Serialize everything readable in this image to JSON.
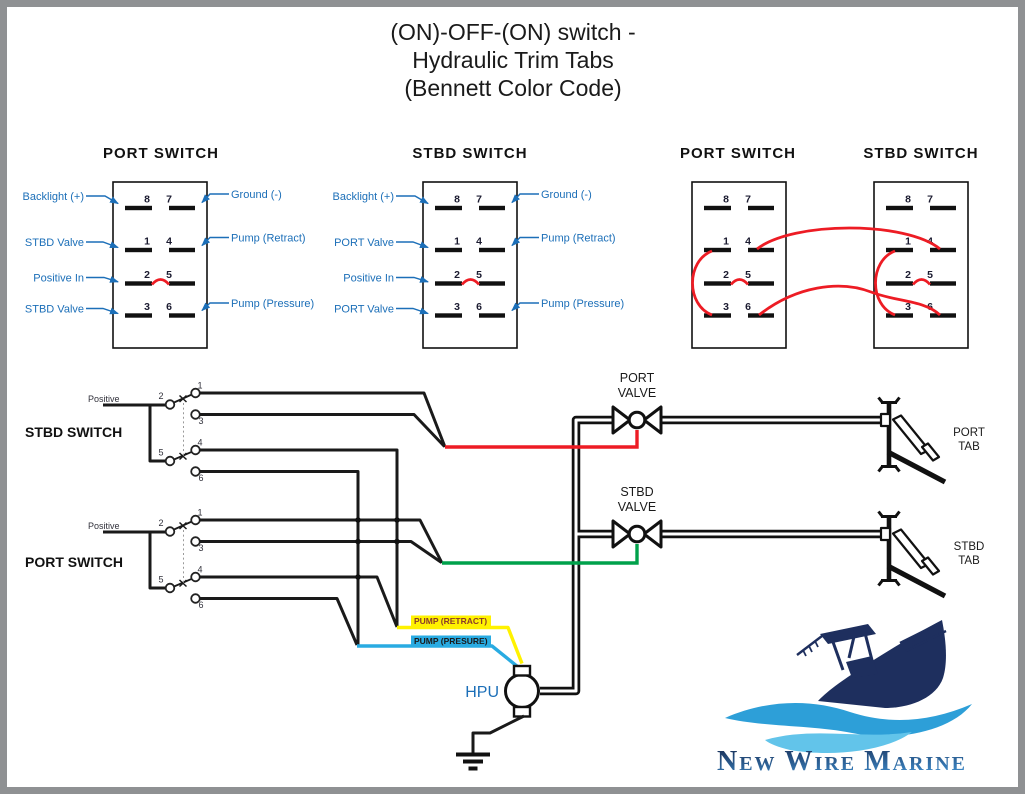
{
  "title": {
    "line1": "(ON)-OFF-(ON) switch -",
    "line2": "Hydraulic Trim Tabs",
    "line3": "(Bennett Color Code)"
  },
  "pin_labels": {
    "p1": "1",
    "p2": "2",
    "p3": "3",
    "p4": "4",
    "p5": "5",
    "p6": "6",
    "p7": "7",
    "p8": "8"
  },
  "switches": {
    "a": {
      "title": "PORT SWITCH",
      "left_labels": [
        "Backlight (+)",
        "STBD Valve",
        "Positive In",
        "STBD Valve"
      ],
      "right_labels": [
        "Ground (-)",
        "Pump (Retract)",
        "Pump (Pressure)"
      ]
    },
    "b": {
      "title": "STBD SWITCH",
      "left_labels": [
        "Backlight (+)",
        "PORT Valve",
        "Positive In",
        "PORT Valve"
      ],
      "right_labels": [
        "Ground (-)",
        "Pump (Retract)",
        "Pump (Pressure)"
      ]
    },
    "c": {
      "title": "PORT SWITCH"
    },
    "d": {
      "title": "STBD SWITCH"
    }
  },
  "schematic": {
    "stbd_switch_label": "STBD SWITCH",
    "port_switch_label": "PORT SWITCH",
    "positive": "Positive",
    "port_valve": {
      "line1": "PORT",
      "line2": "VALVE"
    },
    "stbd_valve": {
      "line1": "STBD",
      "line2": "VALVE"
    },
    "pump_retract": "PUMP (RETRACT)",
    "pump_presure": "PUMP (PRESURE)",
    "hpu": "HPU",
    "port_tab": {
      "line1": "PORT",
      "line2": "TAB"
    },
    "stbd_tab": {
      "line1": "STBD",
      "line2": "TAB"
    }
  },
  "logo": {
    "name": "New Wire Marine",
    "n": "N",
    "ew": "EW",
    "w": "W",
    "ire": "IRE",
    "m": "M",
    "arine": "ARINE"
  },
  "colors": {
    "wire_red": "#ed1c24",
    "wire_green": "#00a14b",
    "wire_yellow": "#fff200",
    "wire_blue": "#29abe2",
    "label_blue": "#1c6fb8",
    "pump_retract_text": "#8a3b2a",
    "logo_navy": "#1e2f5e",
    "wave_blue": "#2d9fd8",
    "wave_light": "#62c4ea"
  }
}
